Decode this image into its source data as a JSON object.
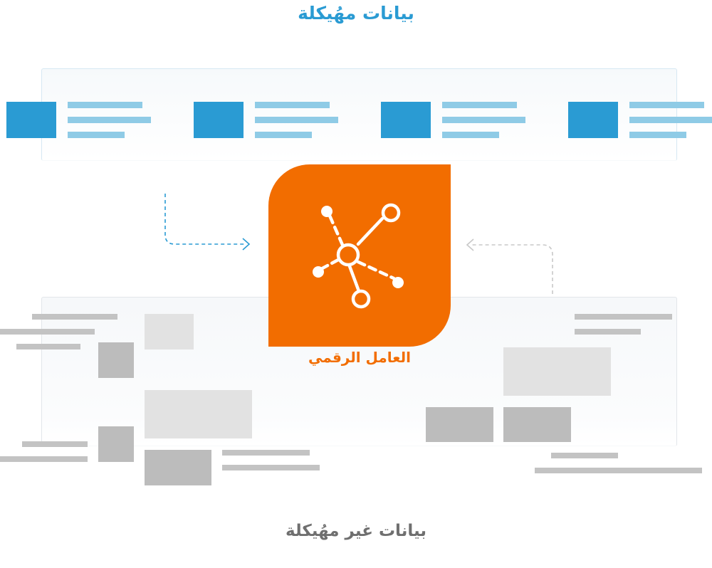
{
  "title_top": "بيانات مهُيكلة",
  "title_bottom": "بيانات غير مهُيكلة",
  "worker": {
    "label": "العامل الرقمي",
    "icon": "network-nodes-icon",
    "color": "#f26d00"
  },
  "colors": {
    "structured": "#2a9bd3",
    "structured_line": "#8fcbe6",
    "unstructured_light": "#e2e2e2",
    "unstructured_dark": "#bcbcbc"
  }
}
